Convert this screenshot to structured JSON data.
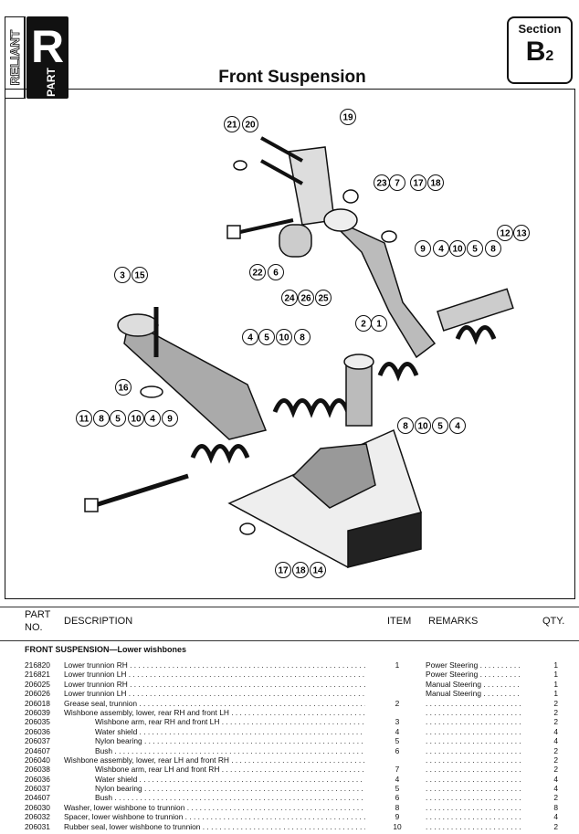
{
  "header": {
    "brand": "RELIANT R PART",
    "title": "Front Suspension",
    "section_label": "Section",
    "section_code": "B",
    "section_sub": "2"
  },
  "diagram": {
    "callouts": [
      "21",
      "20",
      "19",
      "23",
      "7",
      "17",
      "18",
      "22",
      "6",
      "12",
      "13",
      "9",
      "4",
      "10",
      "5",
      "8",
      "3",
      "15",
      "24",
      "26",
      "25",
      "2",
      "1",
      "4",
      "5",
      "10",
      "8",
      "16",
      "11",
      "8",
      "5",
      "10",
      "4",
      "9",
      "8",
      "10",
      "5",
      "4",
      "17",
      "18",
      "14"
    ]
  },
  "table": {
    "columns": {
      "part_no_1": "PART",
      "part_no_2": "NO.",
      "description": "DESCRIPTION",
      "item": "ITEM",
      "remarks": "REMARKS",
      "qty": "QTY."
    },
    "section_title": "FRONT SUSPENSION—Lower wishbones",
    "rows": [
      {
        "part": "216820",
        "desc": "Lower trunnion RH",
        "item": "1",
        "remarks": "Power Steering",
        "qty": "1",
        "sub": false
      },
      {
        "part": "216821",
        "desc": "Lower trunnion LH",
        "item": "",
        "remarks": "Power Steering",
        "qty": "1",
        "sub": false
      },
      {
        "part": "206025",
        "desc": "Lower trunnion RH",
        "item": "",
        "remarks": "Manual Steering",
        "qty": "1",
        "sub": false
      },
      {
        "part": "206026",
        "desc": "Lower trunnion LH",
        "item": "",
        "remarks": "Manual Steering",
        "qty": "1",
        "sub": false
      },
      {
        "part": "206018",
        "desc": "Grease seal, trunnion",
        "item": "2",
        "remarks": "",
        "qty": "2",
        "sub": false
      },
      {
        "part": "206039",
        "desc": "Wishbone assembly, lower, rear RH and front LH",
        "item": "",
        "remarks": "",
        "qty": "2",
        "sub": false
      },
      {
        "part": "206035",
        "desc": "Wishbone arm, rear RH and front LH",
        "item": "3",
        "remarks": "",
        "qty": "2",
        "sub": true
      },
      {
        "part": "206036",
        "desc": "Water shield",
        "item": "4",
        "remarks": "",
        "qty": "4",
        "sub": true
      },
      {
        "part": "206037",
        "desc": "Nylon bearing",
        "item": "5",
        "remarks": "",
        "qty": "4",
        "sub": true
      },
      {
        "part": "204607",
        "desc": "Bush",
        "item": "6",
        "remarks": "",
        "qty": "2",
        "sub": true
      },
      {
        "part": "206040",
        "desc": "Wishbone assembly, lower, rear LH and front RH",
        "item": "",
        "remarks": "",
        "qty": "2",
        "sub": false
      },
      {
        "part": "206038",
        "desc": "Wishbone arm, rear LH and front RH",
        "item": "7",
        "remarks": "",
        "qty": "2",
        "sub": true
      },
      {
        "part": "206036",
        "desc": "Water shield",
        "item": "4",
        "remarks": "",
        "qty": "4",
        "sub": true
      },
      {
        "part": "206037",
        "desc": "Nylon bearing",
        "item": "5",
        "remarks": "",
        "qty": "4",
        "sub": true
      },
      {
        "part": "204607",
        "desc": "Bush",
        "item": "6",
        "remarks": "",
        "qty": "2",
        "sub": true
      },
      {
        "part": "206030",
        "desc": "Washer, lower wishbone to trunnion",
        "item": "8",
        "remarks": "",
        "qty": "8",
        "sub": false
      },
      {
        "part": "206032",
        "desc": "Spacer, lower wishbone to trunnion",
        "item": "9",
        "remarks": "",
        "qty": "4",
        "sub": false
      },
      {
        "part": "206031",
        "desc": "Rubber seal, lower wishbone to trunnion",
        "item": "10",
        "remarks": "",
        "qty": "2",
        "sub": false
      }
    ]
  }
}
